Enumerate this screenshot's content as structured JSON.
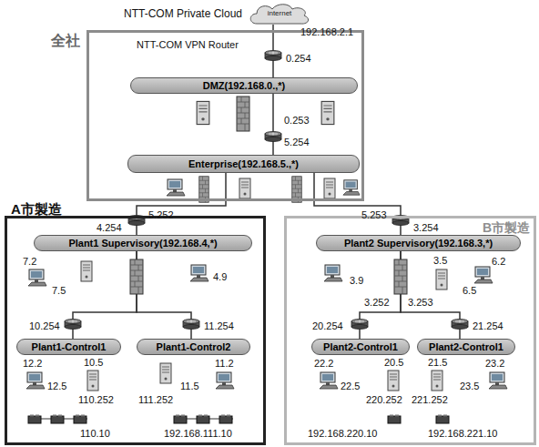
{
  "diagram": {
    "nodes": [
      {
        "text": [
          "NTT-COM Private Cloud",
          "internet"
        ]
      },
      {
        "text": [
          "全社"
        ]
      },
      {
        "text": [
          "DMZ(192.168.0.,*)"
        ],
        "in": 1
      },
      {
        "text": [
          "Enterprise(192.168.5.,*)"
        ],
        "in": 1
      },
      {
        "text": [
          "A市製造"
        ]
      },
      {
        "text": [
          "Plant1 Supervisory(192.168.4,*)"
        ],
        "in": 4
      },
      {
        "text": [
          "Plant1-Control1"
        ],
        "in": 4
      },
      {
        "text": [
          "Plant1-Control2"
        ],
        "in": 4
      },
      {
        "text": [
          "B市製造"
        ]
      },
      {
        "text": [
          "Plant2 Supervisory(192.168.3,*)"
        ],
        "in": 8
      },
      {
        "text": [
          "Plant2-Control1"
        ],
        "in": 8
      },
      {
        "text": [
          "Plant2-Control1"
        ],
        "in": 8
      }
    ],
    "edges": [
      {
        "from": 0,
        "to": 2,
        "arrow": "none"
      },
      {
        "from": 2,
        "to": 3,
        "arrow": "none"
      },
      {
        "from": 3,
        "to": 5,
        "arrow": "none"
      },
      {
        "from": 3,
        "to": 9,
        "arrow": "none"
      },
      {
        "from": 5,
        "to": 6,
        "arrow": "none"
      },
      {
        "from": 5,
        "to": 7,
        "arrow": "none"
      },
      {
        "from": 9,
        "to": 10,
        "arrow": "none"
      },
      {
        "from": 9,
        "to": 11,
        "arrow": "none"
      }
    ],
    "labels": [
      "NTT-COM VPN Router",
      "192.168.2.1",
      "0.254",
      "0.253",
      "5.254",
      "5.252",
      "4.254",
      "5.253",
      "3.254",
      "7.2",
      "7.5",
      "4.9",
      "10.254",
      "11.254",
      "12.2",
      "10.5",
      "12.5",
      "110.252",
      "110.10",
      "11.2",
      "111.252",
      "11.5",
      "192.168.111.10",
      "3.9",
      "3.5",
      "6.2",
      "6.5",
      "3.252",
      "3.253",
      "20.254",
      "21.254",
      "22.2",
      "20.5",
      "22.5",
      "220.252",
      "192.168.220.10",
      "21.5",
      "23.2",
      "23.5",
      "221.252",
      "192.168.221.10"
    ]
  }
}
